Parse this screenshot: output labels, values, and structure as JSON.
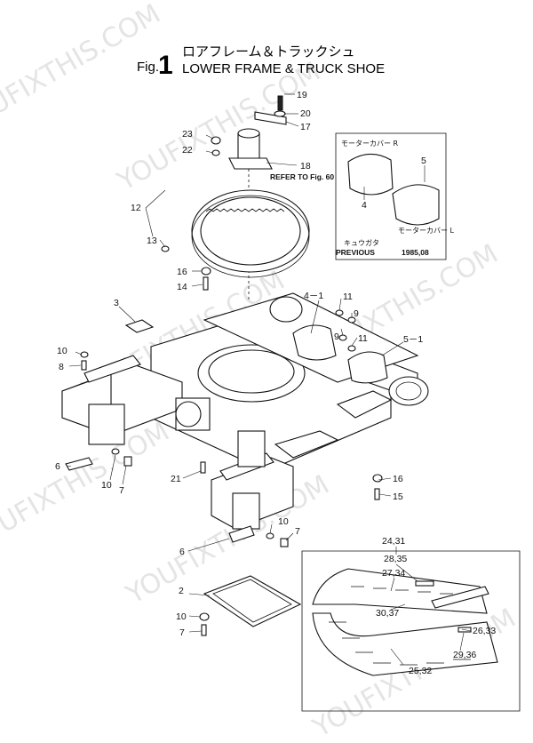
{
  "header": {
    "fig_prefix": "Fig.",
    "fig_number": "1",
    "title_jp": "ロアフレーム＆トラックシュ",
    "title_en": "LOWER FRAME & TRUCK SHOE"
  },
  "watermark": "YOUFIXTHIS.COM",
  "notes": {
    "refer": "REFER TO Fig. 60",
    "previous_jp": "キュウガタ",
    "previous_en": "PREVIOUS",
    "date": "1985,08",
    "motor_cover_r": "モーターカバー R",
    "motor_cover_l": "モーターカバー L"
  },
  "labels": {
    "l19": "19",
    "l20": "20",
    "l17": "17",
    "l23": "23",
    "l22": "22",
    "l18": "18",
    "l12": "12",
    "l13": "13",
    "l16a": "16",
    "l14": "14",
    "l3": "3",
    "l10a": "10",
    "l8": "8",
    "l6a": "6",
    "l10b": "10",
    "l7a": "7",
    "l21": "21",
    "l41": "4－1",
    "l11a": "11",
    "l9a": "9",
    "l9b": "9",
    "l11b": "11",
    "l51": "5－1",
    "l4": "4",
    "l5": "5",
    "l16b": "16",
    "l15": "15",
    "l10c": "10",
    "l7b": "7",
    "l6b": "6",
    "l2": "2",
    "l10d": "10",
    "l7c": "7",
    "l2431": "24,31",
    "l2835": "28,35",
    "l2734": "27,34",
    "l3037": "30,37",
    "l2633": "26,33",
    "l2936": "29,36",
    "l2532": "25,32"
  }
}
